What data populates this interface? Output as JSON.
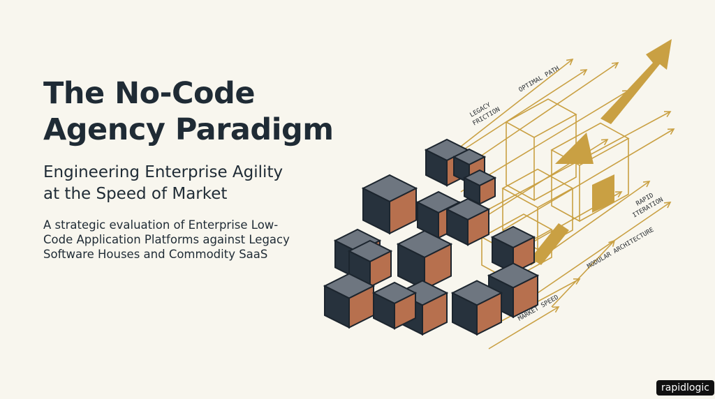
{
  "slide": {
    "title_line1": "The No-Code",
    "title_line2": "Agency Paradigm",
    "subtitle_line1": "Engineering Enterprise Agility",
    "subtitle_line2": "at the Speed of Market",
    "body": "A strategic evaluation of Enterprise Low-Code Application Platforms against Legacy Software Houses and Commodity SaaS"
  },
  "illustration": {
    "labels": {
      "optimal_path": "OPTIMAL PATH",
      "legacy_friction_1": "LEGACY",
      "legacy_friction_2": "FRICTION",
      "rapid_iteration_1": "RAPID",
      "rapid_iteration_2": "ITERATION",
      "modular_architecture": "MODULAR ARCHITECTURE",
      "market_speed": "MARKET SPEED"
    },
    "colors": {
      "gold": "#c9a043",
      "cube_top": "#6e7680",
      "cube_left": "#27323d",
      "cube_right": "#b7704e"
    }
  },
  "brand": {
    "logo_text": "rapidlogic"
  }
}
